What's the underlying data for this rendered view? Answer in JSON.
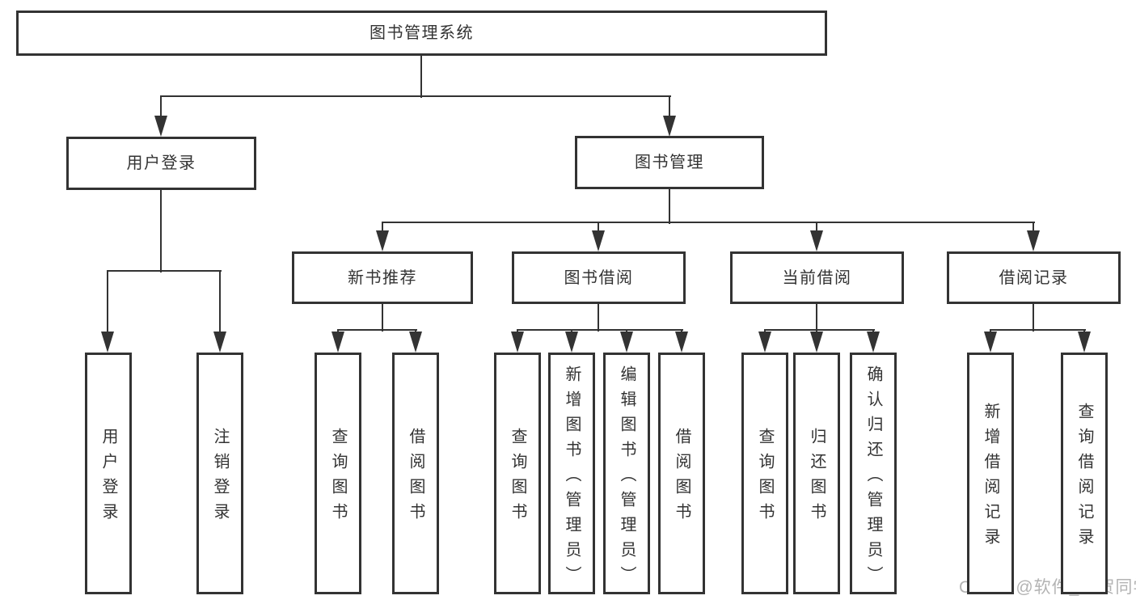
{
  "diagram": {
    "title": "图书管理系统",
    "nodes": [
      {
        "id": "root",
        "label": "图书管理系统",
        "level": 1,
        "parent": null,
        "orientation": "horizontal"
      },
      {
        "id": "user-login",
        "label": "用户登录",
        "level": 2,
        "parent": "root",
        "orientation": "horizontal"
      },
      {
        "id": "book-mgmt",
        "label": "图书管理",
        "level": 2,
        "parent": "root",
        "orientation": "horizontal"
      },
      {
        "id": "login",
        "label": "用户登录",
        "level": 3,
        "parent": "user-login",
        "orientation": "vertical"
      },
      {
        "id": "logout",
        "label": "注销登录",
        "level": 3,
        "parent": "user-login",
        "orientation": "vertical"
      },
      {
        "id": "new-book-rec",
        "label": "新书推荐",
        "level": 3,
        "parent": "book-mgmt",
        "orientation": "horizontal"
      },
      {
        "id": "book-borrow",
        "label": "图书借阅",
        "level": 3,
        "parent": "book-mgmt",
        "orientation": "horizontal"
      },
      {
        "id": "current-borrow",
        "label": "当前借阅",
        "level": 3,
        "parent": "book-mgmt",
        "orientation": "horizontal"
      },
      {
        "id": "borrow-record",
        "label": "借阅记录",
        "level": 3,
        "parent": "book-mgmt",
        "orientation": "horizontal"
      },
      {
        "id": "nb-query",
        "label": "查询图书",
        "level": 4,
        "parent": "new-book-rec",
        "orientation": "vertical"
      },
      {
        "id": "nb-borrow",
        "label": "借阅图书",
        "level": 4,
        "parent": "new-book-rec",
        "orientation": "vertical"
      },
      {
        "id": "bb-query",
        "label": "查询图书",
        "level": 4,
        "parent": "book-borrow",
        "orientation": "vertical"
      },
      {
        "id": "bb-add",
        "label": "新增图书（管理员）",
        "level": 4,
        "parent": "book-borrow",
        "orientation": "vertical"
      },
      {
        "id": "bb-edit",
        "label": "编辑图书（管理员）",
        "level": 4,
        "parent": "book-borrow",
        "orientation": "vertical"
      },
      {
        "id": "bb-borrow",
        "label": "借阅图书",
        "level": 4,
        "parent": "book-borrow",
        "orientation": "vertical"
      },
      {
        "id": "cb-query",
        "label": "查询图书",
        "level": 4,
        "parent": "current-borrow",
        "orientation": "vertical"
      },
      {
        "id": "cb-return",
        "label": "归还图书",
        "level": 4,
        "parent": "current-borrow",
        "orientation": "vertical"
      },
      {
        "id": "cb-confirm",
        "label": "确认归还（管理员）",
        "level": 4,
        "parent": "current-borrow",
        "orientation": "vertical"
      },
      {
        "id": "br-add",
        "label": "新增借阅记录",
        "level": 4,
        "parent": "borrow-record",
        "orientation": "vertical"
      },
      {
        "id": "br-query",
        "label": "查询借阅记录",
        "level": 4,
        "parent": "borrow-record",
        "orientation": "vertical"
      }
    ]
  },
  "watermark": {
    "text": "CSDN @软件_小贺同学"
  },
  "colors": {
    "background": "#ffffff",
    "box_fill": "#ffffff",
    "box_border": "#333333",
    "line": "#333333",
    "text": "#333333",
    "watermark": "#b3b3b3"
  }
}
